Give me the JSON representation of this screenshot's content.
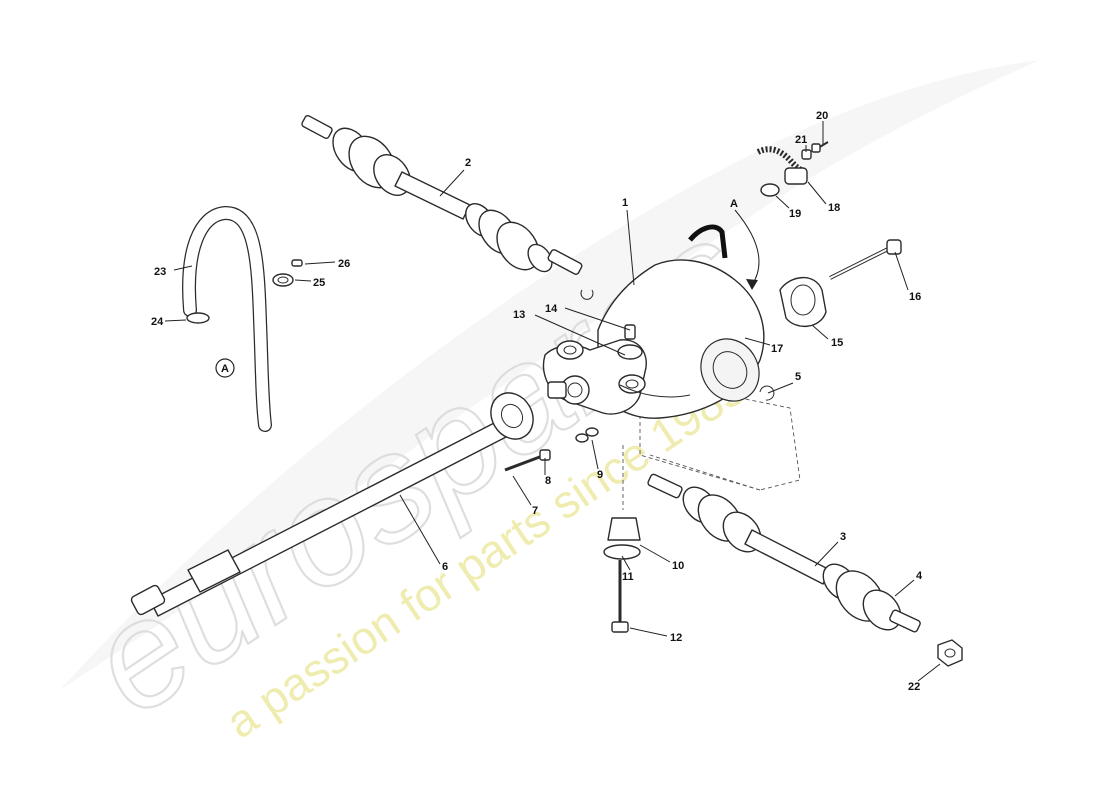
{
  "diagram": {
    "callouts": [
      {
        "id": "c1",
        "label": "1"
      },
      {
        "id": "c2",
        "label": "2"
      },
      {
        "id": "c3",
        "label": "3"
      },
      {
        "id": "c4",
        "label": "4"
      },
      {
        "id": "c5",
        "label": "5"
      },
      {
        "id": "c6",
        "label": "6"
      },
      {
        "id": "c7",
        "label": "7"
      },
      {
        "id": "c8",
        "label": "8"
      },
      {
        "id": "c9",
        "label": "9"
      },
      {
        "id": "c10",
        "label": "10"
      },
      {
        "id": "c11",
        "label": "11"
      },
      {
        "id": "c12",
        "label": "12"
      },
      {
        "id": "c13",
        "label": "13"
      },
      {
        "id": "c14",
        "label": "14"
      },
      {
        "id": "c15",
        "label": "15"
      },
      {
        "id": "c16",
        "label": "16"
      },
      {
        "id": "c17",
        "label": "17"
      },
      {
        "id": "c18",
        "label": "18"
      },
      {
        "id": "c19",
        "label": "19"
      },
      {
        "id": "c20",
        "label": "20"
      },
      {
        "id": "c21",
        "label": "21"
      },
      {
        "id": "c22",
        "label": "22"
      },
      {
        "id": "c23",
        "label": "23"
      },
      {
        "id": "c24",
        "label": "24"
      },
      {
        "id": "c25",
        "label": "25"
      },
      {
        "id": "c26",
        "label": "26"
      }
    ],
    "view_marker": "A",
    "detail_marker": "A"
  },
  "watermark": {
    "brand": "eurospares",
    "tagline": "a passion for parts since 1985"
  }
}
